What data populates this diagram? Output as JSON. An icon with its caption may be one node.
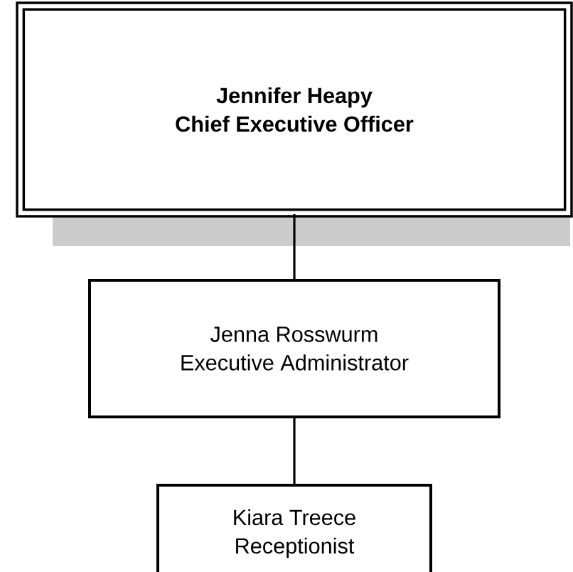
{
  "diagram": {
    "nodes": [
      {
        "text": [
          "Jennifer Heapy",
          "Chief Executive Officer"
        ]
      },
      {
        "text": [
          "Jenna Rosswurm",
          "Executive Administrator"
        ]
      },
      {
        "text": [
          "Kiara Treece",
          "Receptionist"
        ]
      }
    ],
    "edges": [
      {
        "from": 0,
        "to": 1,
        "arrow": "none"
      },
      {
        "from": 1,
        "to": 2,
        "arrow": "none"
      }
    ]
  }
}
